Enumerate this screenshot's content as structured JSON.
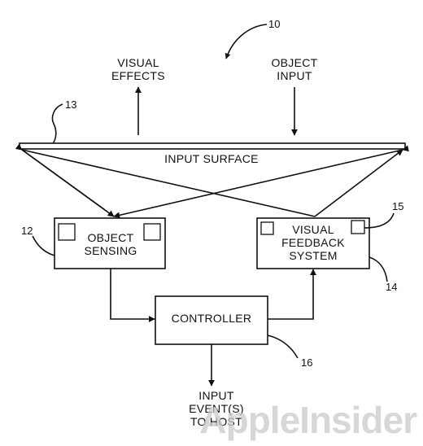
{
  "figure": {
    "number": "10"
  },
  "labels": {
    "visual_effects": [
      "VISUAL",
      "EFFECTS"
    ],
    "object_input": [
      "OBJECT",
      "INPUT"
    ],
    "input_surface": "INPUT SURFACE",
    "object_sensing": [
      "OBJECT",
      "SENSING"
    ],
    "visual_feedback": [
      "VISUAL",
      "FEEDBACK",
      "SYSTEM"
    ],
    "controller": "CONTROLLER",
    "input_events": [
      "INPUT",
      "EVENT(S)",
      "TO HOST"
    ]
  },
  "refs": {
    "surface": "13",
    "sensing": "12",
    "feedback": "14",
    "feedback_element": "15",
    "controller": "16"
  },
  "watermark": "AppleInsider",
  "colors": {
    "ink": "#111111",
    "watermark": "#c9c9c9"
  }
}
